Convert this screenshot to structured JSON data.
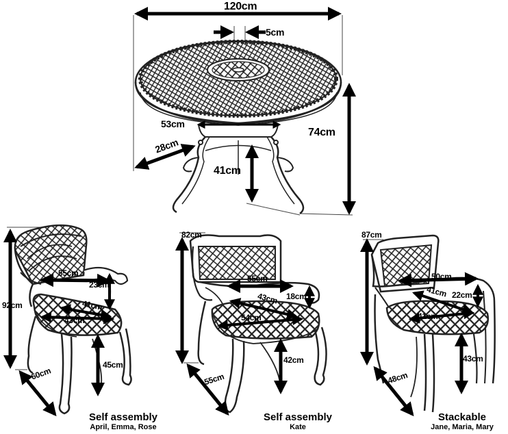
{
  "table": {
    "width": "120cm",
    "umbrella_hole": "5cm",
    "base_width": "53cm",
    "foot_depth": "28cm",
    "height": "74cm",
    "leg_height": "41cm"
  },
  "chair_april": {
    "height": "92cm",
    "arm_width": "55cm",
    "arm_height": "23cm",
    "seat_width": "41cm",
    "seat_depth": "43cm",
    "seat_height": "45cm",
    "depth": "60cm",
    "title": "Self assembly",
    "names": "April, Emma, Rose"
  },
  "chair_kate": {
    "height": "82cm",
    "arm_width": "55cm",
    "arm_height": "18cm",
    "seat_depth": "43cm",
    "seat_width": "54cm",
    "seat_height": "42cm",
    "depth": "55cm",
    "title": "Self assembly",
    "names": "Kate"
  },
  "chair_jane": {
    "height": "87cm",
    "arm_width": "50cm",
    "arm_height": "22cm",
    "seat_depth": "41cm",
    "seat_width": "41cm",
    "seat_height": "43cm",
    "depth": "48cm",
    "title": "Stackable",
    "names": "Jane, Maria, Mary"
  }
}
